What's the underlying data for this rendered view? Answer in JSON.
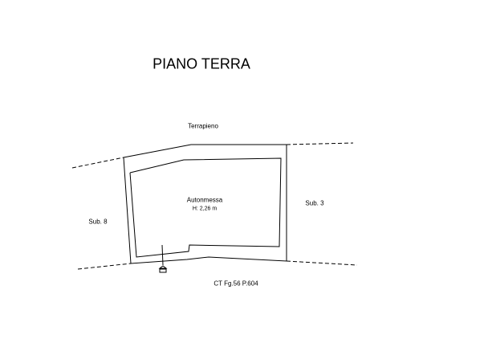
{
  "title": "PIANO TERRA",
  "labels": {
    "north": "Terrapieno",
    "room": "Autonmessa",
    "height": "H: 2,26 m",
    "east": "Sub. 3",
    "west": "Sub. 8",
    "cadastral": "CT Fg.56 P.604"
  }
}
